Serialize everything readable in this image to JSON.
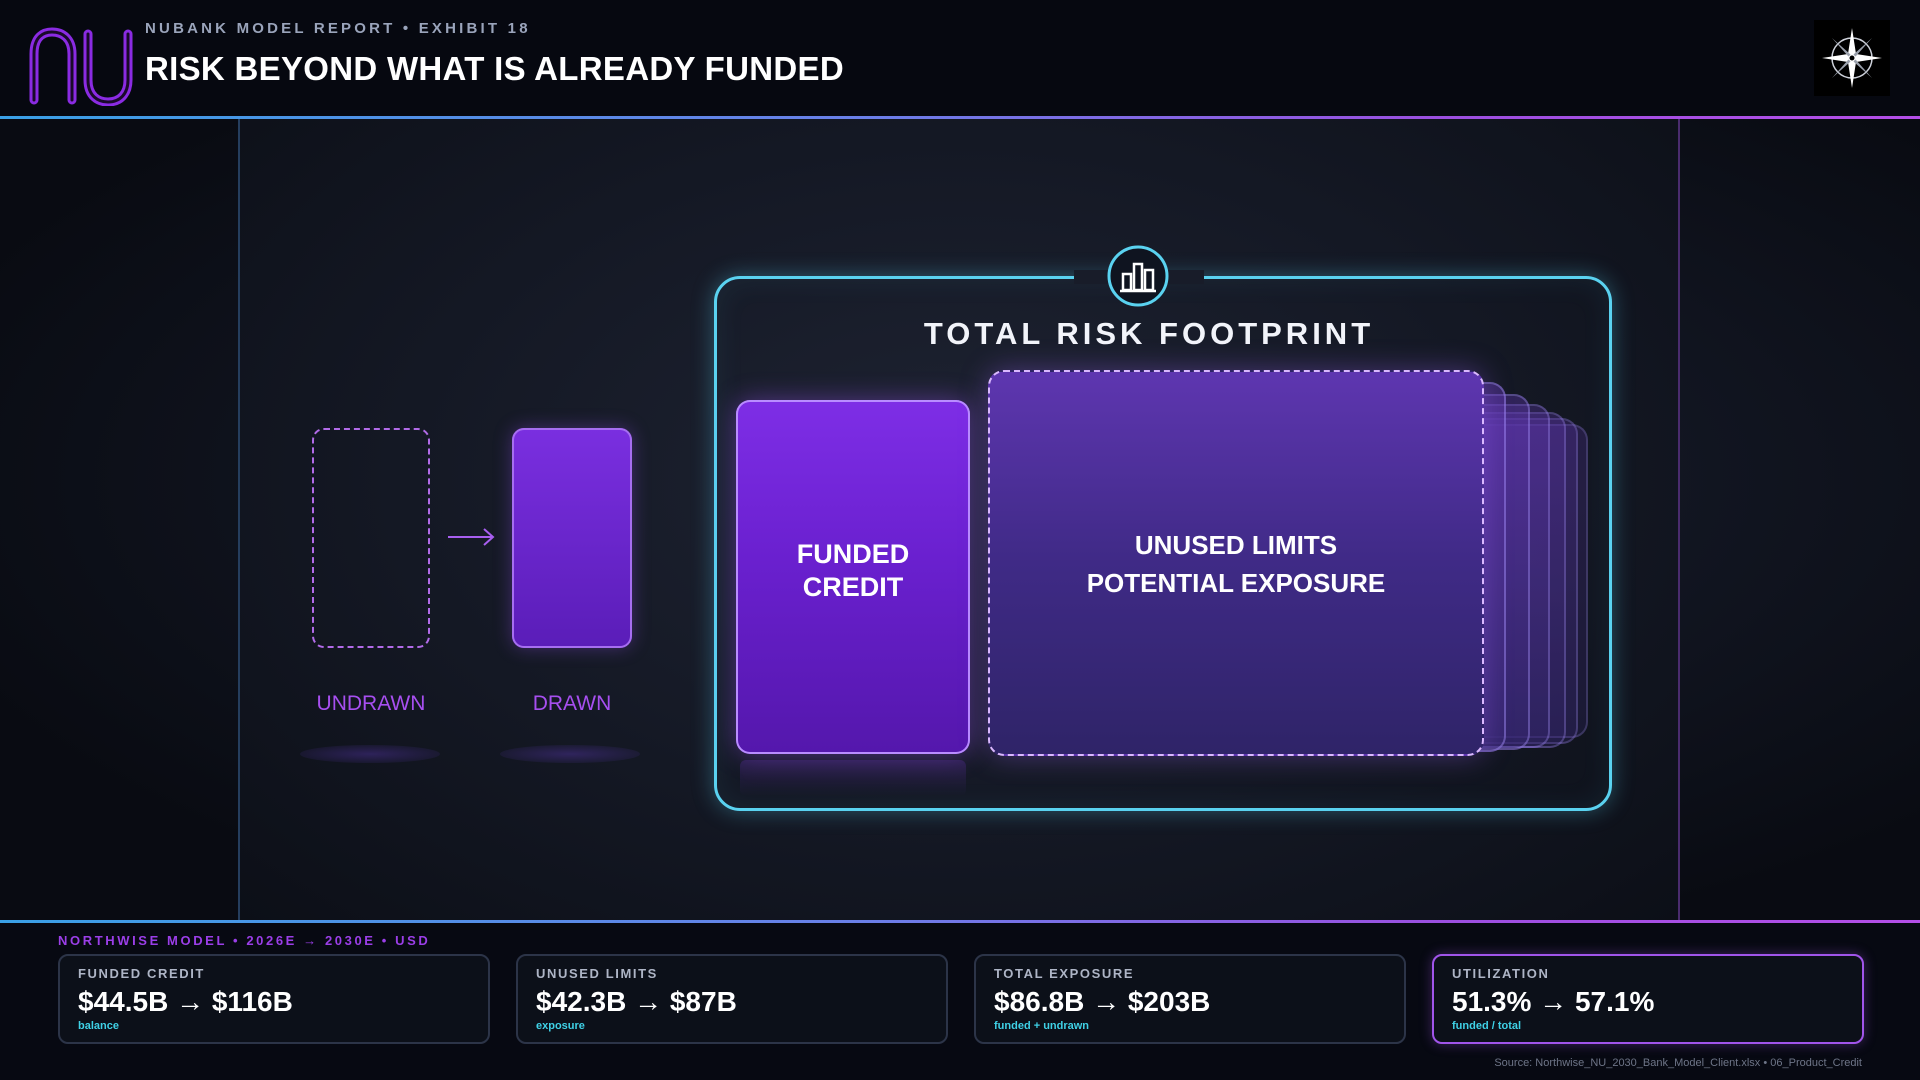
{
  "header": {
    "eyebrow": "NUBANK MODEL REPORT • EXHIBIT 18",
    "title": "RISK BEYOND WHAT IS ALREADY FUNDED",
    "logo_icon": "nu-logo",
    "badge_icon": "compass-rose-icon"
  },
  "diagram": {
    "undrawn_label": "UNDRAWN",
    "drawn_label": "DRAWN",
    "frame_title": "TOTAL RISK FOOTPRINT",
    "frame_icon": "bar-chart-icon",
    "funded_line1": "FUNDED",
    "funded_line2": "CREDIT",
    "unused_line1": "UNUSED LIMITS",
    "unused_line2": "POTENTIAL EXPOSURE"
  },
  "footer": {
    "label": "NORTHWISE MODEL • 2026E → 2030E • USD",
    "kpis": [
      {
        "label": "FUNDED CREDIT",
        "value": "$44.5B → $116B",
        "sub": "balance"
      },
      {
        "label": "UNUSED LIMITS",
        "value": "$42.3B → $87B",
        "sub": "exposure"
      },
      {
        "label": "TOTAL EXPOSURE",
        "value": "$86.8B → $203B",
        "sub": "funded + undrawn"
      },
      {
        "label": "UTILIZATION",
        "value": "51.3% → 57.1%",
        "sub": "funded / total"
      }
    ],
    "source": "Source: Northwise_NU_2030_Bank_Model_Client.xlsx • 06_Product_Credit"
  },
  "colors": {
    "accent_purple": "#7a2fe0",
    "accent_cyan": "#5ad2f0",
    "label_purple": "#a74ff0",
    "sub_cyan": "#3fd1e6"
  }
}
